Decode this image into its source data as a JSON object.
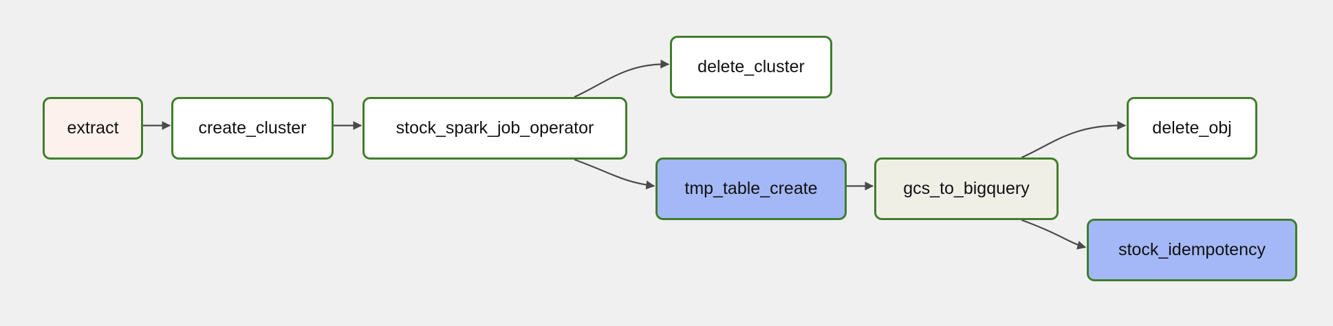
{
  "colors": {
    "border": "#3f7d2a",
    "edge": "#4a4a4a",
    "background": "#f0f0f0"
  },
  "nodes": {
    "extract": {
      "label": "extract",
      "fill": "#fcf1ec"
    },
    "create_cluster": {
      "label": "create_cluster",
      "fill": "#ffffff"
    },
    "stock_spark_job_operator": {
      "label": "stock_spark_job_operator",
      "fill": "#ffffff"
    },
    "delete_cluster": {
      "label": "delete_cluster",
      "fill": "#ffffff"
    },
    "tmp_table_create": {
      "label": "tmp_table_create",
      "fill": "#a4b8f7"
    },
    "gcs_to_bigquery": {
      "label": "gcs_to_bigquery",
      "fill": "#f0efe6"
    },
    "delete_obj": {
      "label": "delete_obj",
      "fill": "#ffffff"
    },
    "stock_idempotency": {
      "label": "stock_idempotency",
      "fill": "#a4b8f7"
    }
  },
  "edges": [
    {
      "from": "extract",
      "to": "create_cluster"
    },
    {
      "from": "create_cluster",
      "to": "stock_spark_job_operator"
    },
    {
      "from": "stock_spark_job_operator",
      "to": "delete_cluster"
    },
    {
      "from": "stock_spark_job_operator",
      "to": "tmp_table_create"
    },
    {
      "from": "tmp_table_create",
      "to": "gcs_to_bigquery"
    },
    {
      "from": "gcs_to_bigquery",
      "to": "delete_obj"
    },
    {
      "from": "gcs_to_bigquery",
      "to": "stock_idempotency"
    }
  ]
}
